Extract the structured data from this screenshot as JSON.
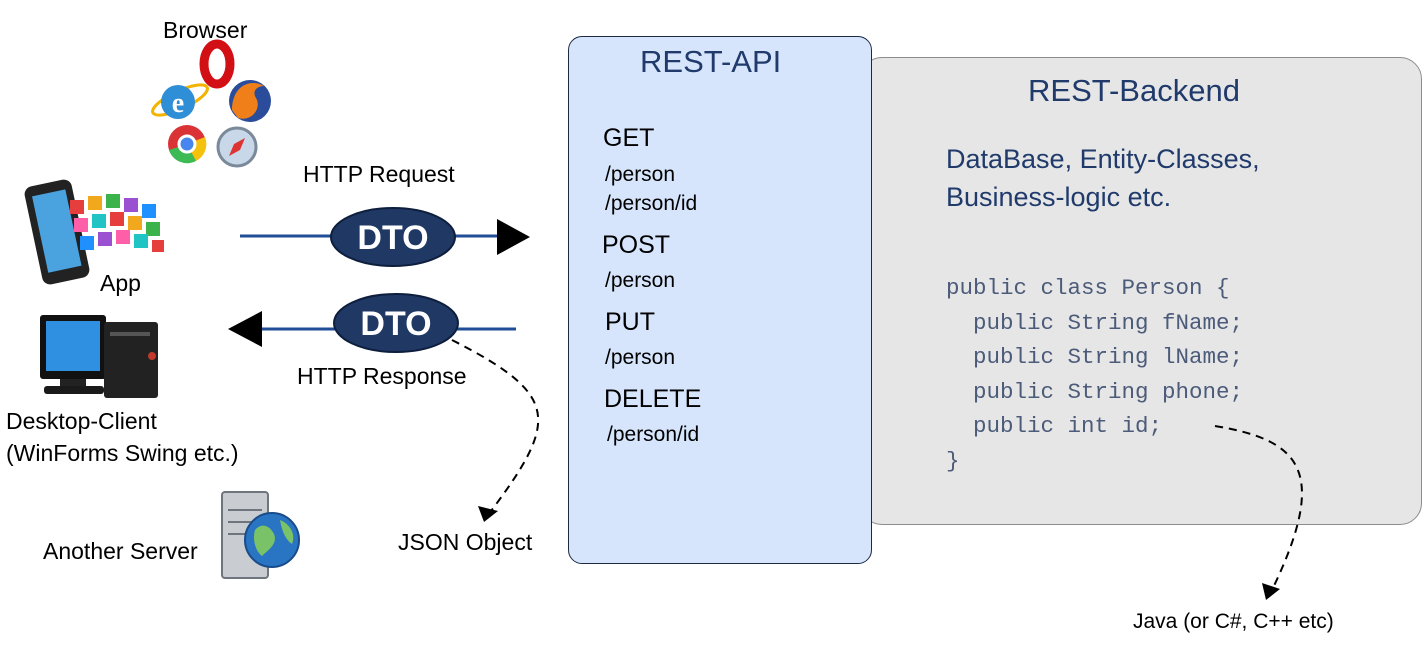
{
  "clients": {
    "browser_label": "Browser",
    "app_label": "App",
    "desktop_label_line1": "Desktop-Client",
    "desktop_label_line2": "(WinForms Swing etc.)",
    "server_label": "Another Server"
  },
  "transport": {
    "request_label": "HTTP Request",
    "response_label": "HTTP Response",
    "dto_label": "DTO",
    "json_label": "JSON Object"
  },
  "api": {
    "title": "REST-API",
    "endpoints": [
      {
        "method": "GET",
        "paths": [
          "/person",
          "/person/id"
        ]
      },
      {
        "method": "POST",
        "paths": [
          "/person"
        ]
      },
      {
        "method": "PUT",
        "paths": [
          "/person"
        ]
      },
      {
        "method": "DELETE",
        "paths": [
          "/person/id"
        ]
      }
    ]
  },
  "backend": {
    "title": "REST-Backend",
    "desc_line1": "DataBase, Entity-Classes,",
    "desc_line2": "Business-logic etc.",
    "code_lines": [
      "public class Person {",
      "  public String fName;",
      "  public String lName;",
      "  public String phone;",
      "  public int id;",
      "}"
    ],
    "language_label": "Java (or C#, C++ etc)"
  },
  "colors": {
    "api_fill": "#d6e5fb",
    "backend_fill": "#e6e6e6",
    "dto_fill": "#1f3864",
    "title_text": "#1f3a6b",
    "arrow_line": "#1f4e96"
  },
  "icons": [
    "opera-icon",
    "internet-explorer-icon",
    "firefox-icon",
    "chrome-icon",
    "safari-icon",
    "smartphone-apps-icon",
    "desktop-computer-icon",
    "server-globe-icon"
  ]
}
